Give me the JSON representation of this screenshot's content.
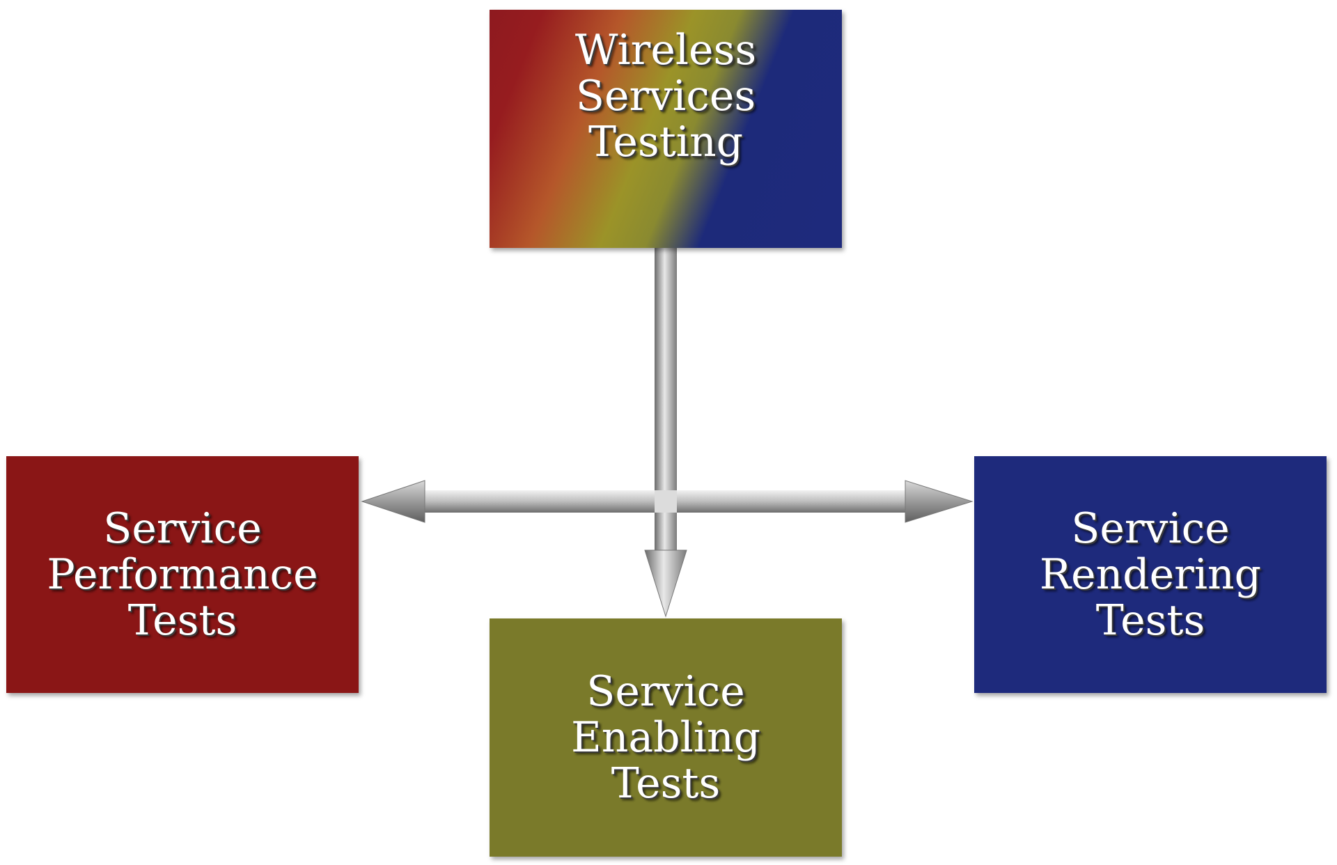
{
  "diagram": {
    "root": {
      "lines": [
        "Wireless",
        "Services",
        "Testing"
      ]
    },
    "left": {
      "lines": [
        "Service",
        "Performance",
        "Tests"
      ]
    },
    "bottom": {
      "lines": [
        "Service",
        "Enabling",
        "Tests"
      ]
    },
    "right": {
      "lines": [
        "Service",
        "Rendering",
        "Tests"
      ]
    },
    "colors": {
      "left_box": "#8a1616",
      "bottom_box": "#7a7a2a",
      "right_box": "#1e2a7c",
      "arrow_metal": "#9a9a9a"
    }
  }
}
